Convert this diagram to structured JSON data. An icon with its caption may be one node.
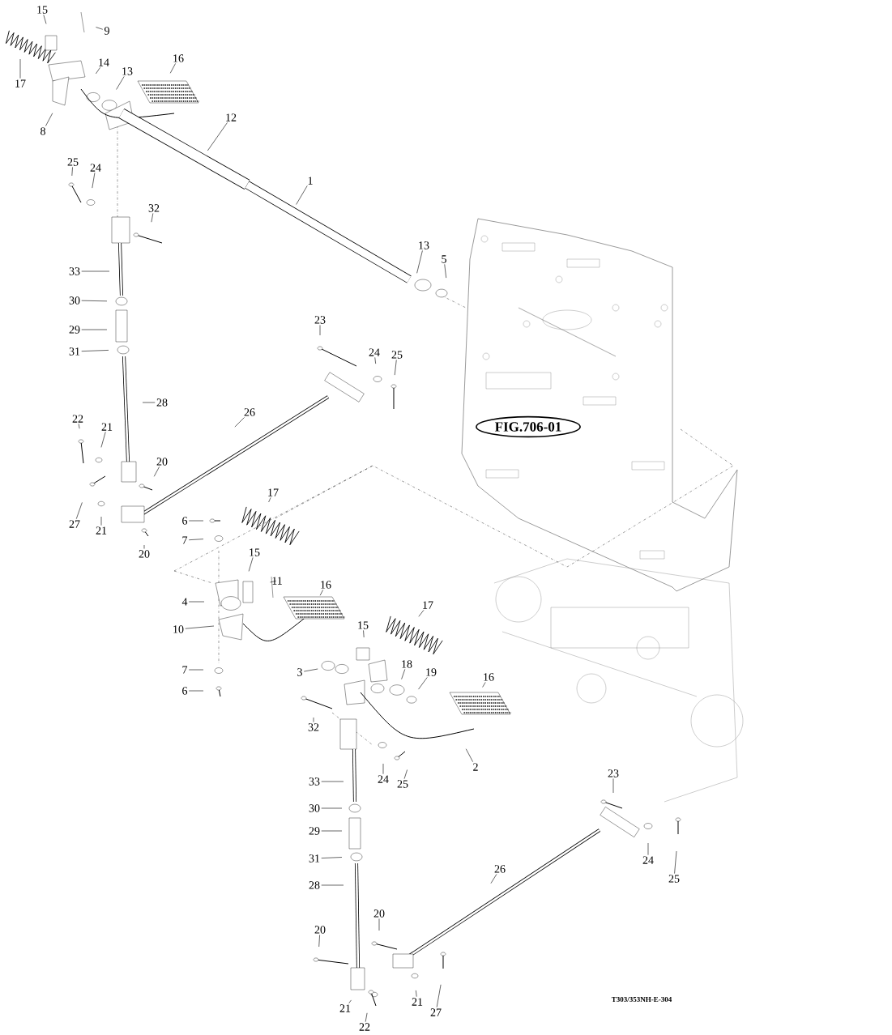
{
  "diagram": {
    "nodes": [
      {
        "text": [
          "15"
        ]
      },
      {
        "text": [
          "9"
        ]
      },
      {
        "text": [
          "17"
        ]
      },
      {
        "text": [
          "14"
        ]
      },
      {
        "text": [
          "13"
        ]
      },
      {
        "text": [
          "16"
        ]
      },
      {
        "text": [
          "8"
        ]
      },
      {
        "text": [
          "12"
        ]
      },
      {
        "text": [
          "1"
        ]
      },
      {
        "text": [
          "25"
        ]
      },
      {
        "text": [
          "24"
        ]
      },
      {
        "text": [
          "32"
        ]
      },
      {
        "text": [
          "33"
        ]
      },
      {
        "text": [
          "30"
        ]
      },
      {
        "text": [
          "29"
        ]
      },
      {
        "text": [
          "31"
        ]
      },
      {
        "text": [
          "13"
        ]
      },
      {
        "text": [
          "5"
        ]
      },
      {
        "text": [
          "23"
        ]
      },
      {
        "text": [
          "24"
        ]
      },
      {
        "text": [
          "25"
        ]
      },
      {
        "text": [
          "28"
        ]
      },
      {
        "text": [
          "26"
        ]
      },
      {
        "text": [
          "22"
        ]
      },
      {
        "text": [
          "21"
        ]
      },
      {
        "text": [
          "20"
        ]
      },
      {
        "text": [
          "27"
        ]
      },
      {
        "text": [
          "21"
        ]
      },
      {
        "text": [
          "6"
        ]
      },
      {
        "text": [
          "7"
        ]
      },
      {
        "text": [
          "20"
        ]
      },
      {
        "text": [
          "17"
        ]
      },
      {
        "text": [
          "15"
        ]
      },
      {
        "text": [
          "11"
        ]
      },
      {
        "text": [
          "16"
        ]
      },
      {
        "text": [
          "4"
        ]
      },
      {
        "text": [
          "10"
        ]
      },
      {
        "text": [
          "17"
        ]
      },
      {
        "text": [
          "15"
        ]
      },
      {
        "text": [
          "18"
        ]
      },
      {
        "text": [
          "19"
        ]
      },
      {
        "text": [
          "16"
        ]
      },
      {
        "text": [
          "7"
        ]
      },
      {
        "text": [
          "6"
        ]
      },
      {
        "text": [
          "3"
        ]
      },
      {
        "text": [
          "32"
        ]
      },
      {
        "text": [
          "2"
        ]
      },
      {
        "text": [
          "24"
        ]
      },
      {
        "text": [
          "25"
        ]
      },
      {
        "text": [
          "33"
        ]
      },
      {
        "text": [
          "23"
        ]
      },
      {
        "text": [
          "30"
        ]
      },
      {
        "text": [
          "29"
        ]
      },
      {
        "text": [
          "31"
        ]
      },
      {
        "text": [
          "24"
        ]
      },
      {
        "text": [
          "25"
        ]
      },
      {
        "text": [
          "26"
        ]
      },
      {
        "text": [
          "28"
        ]
      },
      {
        "text": [
          "20"
        ]
      },
      {
        "text": [
          "20"
        ]
      },
      {
        "text": [
          "21"
        ]
      },
      {
        "text": [
          "22"
        ]
      },
      {
        "text": [
          "21"
        ]
      },
      {
        "text": [
          "27"
        ]
      },
      {
        "text": [
          "FIG.706-01"
        ]
      }
    ],
    "edges": [
      {
        "from": 0,
        "to": null,
        "arrow": "none"
      },
      {
        "from": 1,
        "to": null,
        "arrow": "none"
      },
      {
        "from": 2,
        "to": null,
        "arrow": "none"
      },
      {
        "from": 3,
        "to": null,
        "arrow": "none"
      },
      {
        "from": 4,
        "to": null,
        "arrow": "none"
      },
      {
        "from": 5,
        "to": null,
        "arrow": "none"
      },
      {
        "from": 6,
        "to": null,
        "arrow": "none"
      },
      {
        "from": 7,
        "to": null,
        "arrow": "none"
      },
      {
        "from": 8,
        "to": null,
        "arrow": "none"
      },
      {
        "from": 9,
        "to": null,
        "arrow": "none"
      },
      {
        "from": 10,
        "to": null,
        "arrow": "none"
      },
      {
        "from": 11,
        "to": null,
        "arrow": "none"
      },
      {
        "from": 12,
        "to": null,
        "arrow": "none"
      },
      {
        "from": 13,
        "to": null,
        "arrow": "none"
      },
      {
        "from": 14,
        "to": null,
        "arrow": "none"
      },
      {
        "from": 15,
        "to": null,
        "arrow": "none"
      },
      {
        "from": 16,
        "to": null,
        "arrow": "none"
      },
      {
        "from": 17,
        "to": null,
        "arrow": "none"
      },
      {
        "from": 18,
        "to": null,
        "arrow": "none"
      },
      {
        "from": 19,
        "to": null,
        "arrow": "none"
      },
      {
        "from": 20,
        "to": null,
        "arrow": "none"
      },
      {
        "from": 21,
        "to": null,
        "arrow": "none"
      },
      {
        "from": 22,
        "to": null,
        "arrow": "none"
      },
      {
        "from": 23,
        "to": null,
        "arrow": "none"
      },
      {
        "from": 24,
        "to": null,
        "arrow": "none"
      },
      {
        "from": 25,
        "to": null,
        "arrow": "none"
      },
      {
        "from": 26,
        "to": null,
        "arrow": "none"
      },
      {
        "from": 27,
        "to": null,
        "arrow": "none"
      },
      {
        "from": 28,
        "to": null,
        "arrow": "none"
      },
      {
        "from": 29,
        "to": null,
        "arrow": "none"
      },
      {
        "from": 30,
        "to": null,
        "arrow": "none"
      },
      {
        "from": 31,
        "to": null,
        "arrow": "none"
      },
      {
        "from": 32,
        "to": null,
        "arrow": "none"
      },
      {
        "from": 33,
        "to": null,
        "arrow": "none"
      },
      {
        "from": 34,
        "to": null,
        "arrow": "none"
      },
      {
        "from": 35,
        "to": null,
        "arrow": "none"
      },
      {
        "from": 36,
        "to": null,
        "arrow": "none"
      },
      {
        "from": 37,
        "to": null,
        "arrow": "none"
      },
      {
        "from": 38,
        "to": null,
        "arrow": "none"
      },
      {
        "from": 39,
        "to": null,
        "arrow": "none"
      },
      {
        "from": 40,
        "to": null,
        "arrow": "none"
      },
      {
        "from": 41,
        "to": null,
        "arrow": "none"
      },
      {
        "from": 42,
        "to": null,
        "arrow": "none"
      },
      {
        "from": 43,
        "to": null,
        "arrow": "none"
      },
      {
        "from": 44,
        "to": null,
        "arrow": "none"
      },
      {
        "from": 45,
        "to": null,
        "arrow": "none"
      },
      {
        "from": 46,
        "to": null,
        "arrow": "none"
      },
      {
        "from": 47,
        "to": null,
        "arrow": "none"
      },
      {
        "from": 48,
        "to": null,
        "arrow": "none"
      },
      {
        "from": 49,
        "to": null,
        "arrow": "none"
      },
      {
        "from": 50,
        "to": null,
        "arrow": "none"
      },
      {
        "from": 51,
        "to": null,
        "arrow": "none"
      },
      {
        "from": 52,
        "to": null,
        "arrow": "none"
      },
      {
        "from": 53,
        "to": null,
        "arrow": "none"
      },
      {
        "from": 54,
        "to": null,
        "arrow": "none"
      },
      {
        "from": 55,
        "to": null,
        "arrow": "none"
      },
      {
        "from": 56,
        "to": null,
        "arrow": "none"
      },
      {
        "from": 57,
        "to": null,
        "arrow": "none"
      },
      {
        "from": 58,
        "to": null,
        "arrow": "none"
      },
      {
        "from": 59,
        "to": null,
        "arrow": "none"
      },
      {
        "from": 60,
        "to": null,
        "arrow": "none"
      },
      {
        "from": 61,
        "to": null,
        "arrow": "none"
      },
      {
        "from": 62,
        "to": null,
        "arrow": "none"
      },
      {
        "from": 63,
        "to": null,
        "arrow": "none"
      }
    ],
    "labels": [
      "T303/353NH-E-304"
    ]
  }
}
